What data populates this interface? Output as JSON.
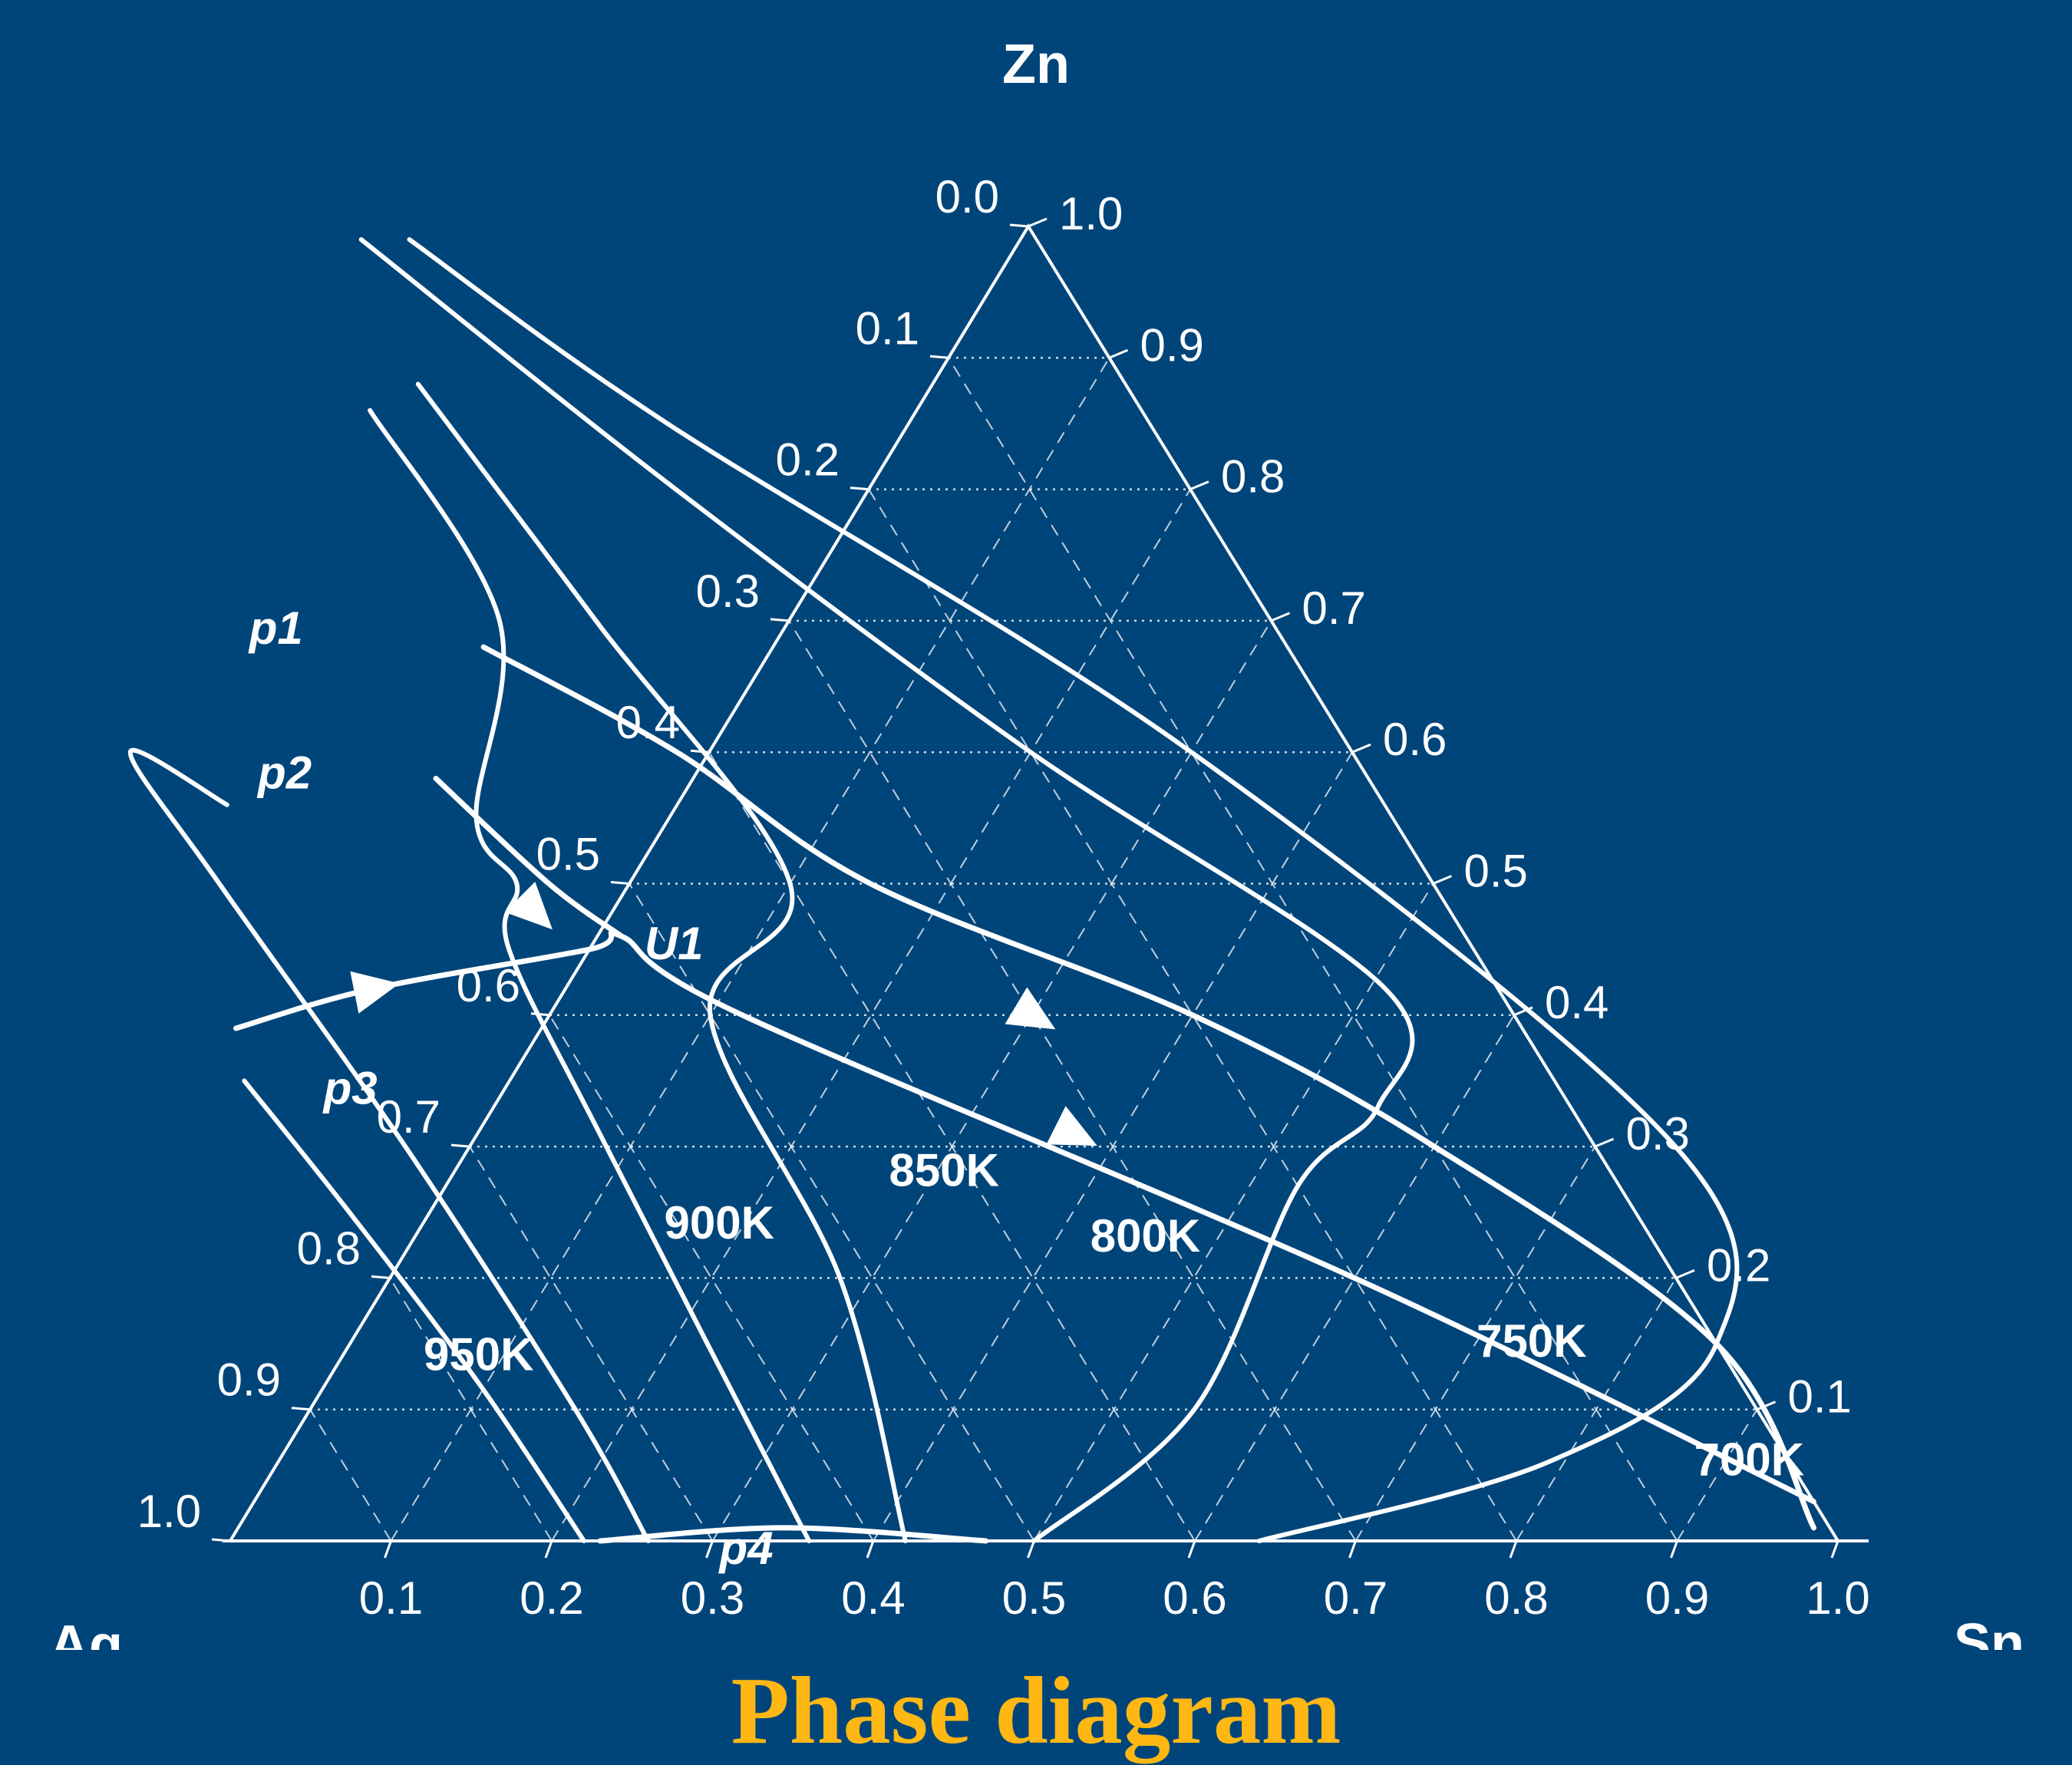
{
  "caption": "Phase diagram",
  "colors": {
    "background": "#00457a",
    "lines": "#ffffff",
    "caption": "#ffb714"
  },
  "chart_data": {
    "type": "ternary",
    "corners": {
      "bottom_left": "Ag",
      "bottom_right": "Sn",
      "top": "Zn"
    },
    "axes": {
      "bottom": {
        "element": "Sn",
        "ticks": [
          "0.1",
          "0.2",
          "0.3",
          "0.4",
          "0.5",
          "0.6",
          "0.7",
          "0.8",
          "0.9",
          "1.0"
        ]
      },
      "left": {
        "element": "Ag",
        "ticks": [
          "0.0",
          "0.1",
          "0.2",
          "0.3",
          "0.4",
          "0.5",
          "0.6",
          "0.7",
          "0.8",
          "0.9",
          "1.0"
        ]
      },
      "right": {
        "element": "Zn",
        "ticks": [
          "1.0",
          "0.9",
          "0.8",
          "0.7",
          "0.6",
          "0.5",
          "0.4",
          "0.3",
          "0.2",
          "0.1"
        ]
      }
    },
    "grid": {
      "horizontal": "dotted",
      "diagonal": "dashed",
      "step": 0.1
    },
    "isotherms": [
      {
        "label": "950K",
        "label_at": [
          0.22,
          0.13
        ],
        "points": [
          [
            0.185,
            0.35
          ],
          [
            0.2,
            0.25
          ],
          [
            0.215,
            0.12
          ],
          [
            0.22,
            0.0
          ]
        ]
      },
      {
        "label": "900K",
        "label_at": [
          0.42,
          0.23
        ],
        "points": [
          [
            0.28,
            0.56
          ],
          [
            0.24,
            0.6
          ],
          [
            0.245,
            0.5
          ],
          [
            0.26,
            0.3
          ],
          [
            0.265,
            0.1
          ],
          [
            0.26,
            0.0
          ]
        ]
      },
      {
        "label": "850K",
        "label_at": [
          0.58,
          0.27
        ],
        "points": [
          [
            0.52,
            0.86
          ],
          [
            0.52,
            0.7
          ],
          [
            0.43,
            0.55
          ],
          [
            0.43,
            0.5
          ],
          [
            0.4,
            0.45
          ],
          [
            0.385,
            0.3
          ],
          [
            0.36,
            0.0
          ]
        ]
      },
      {
        "label": "800K",
        "label_at": [
          0.68,
          0.22
        ],
        "points": [
          [
            0.56,
            0.88
          ],
          [
            0.58,
            0.7
          ],
          [
            0.6,
            0.5
          ],
          [
            0.5,
            0.4
          ],
          [
            0.48,
            0.2
          ],
          [
            0.42,
            0.0
          ]
        ]
      },
      {
        "label": "750K",
        "label_at": [
          0.88,
          0.14
        ],
        "points": [
          [
            0.58,
            0.99
          ],
          [
            0.68,
            0.8
          ],
          [
            0.8,
            0.6
          ],
          [
            0.93,
            0.42
          ],
          [
            0.88,
            0.33
          ],
          [
            0.8,
            0.27
          ],
          [
            0.65,
            0.1
          ],
          [
            0.5,
            0.0
          ]
        ]
      },
      {
        "label": "700K",
        "label_at": [
          0.97,
          0.05
        ],
        "points": [
          [
            0.61,
            0.99
          ],
          [
            0.7,
            0.85
          ],
          [
            0.9,
            0.6
          ],
          [
            1.05,
            0.3
          ],
          [
            1.0,
            0.15
          ],
          [
            0.85,
            0.06
          ],
          [
            0.64,
            0.0
          ]
        ]
      }
    ],
    "boundaries": [
      {
        "from": "p1",
        "points": [
          [
            0.5,
            0.68
          ],
          [
            0.58,
            0.6
          ],
          [
            0.65,
            0.5
          ],
          [
            0.8,
            0.4
          ],
          [
            0.9,
            0.3
          ],
          [
            1.0,
            0.15
          ],
          [
            0.99,
            0.01
          ]
        ]
      },
      {
        "from": "p2",
        "points": [
          [
            0.42,
            0.58
          ],
          [
            0.45,
            0.5
          ],
          [
            0.475,
            0.46
          ]
        ]
      },
      {
        "from": "p3",
        "points": [
          [
            0.2,
            0.39
          ],
          [
            0.3,
            0.42
          ],
          [
            0.45,
            0.45
          ],
          [
            0.475,
            0.46
          ],
          [
            0.52,
            0.4
          ],
          [
            0.8,
            0.2
          ],
          [
            1.0,
            0.03
          ]
        ]
      },
      {
        "from": "p4",
        "points": [
          [
            0.23,
            0.0
          ],
          [
            0.35,
            0.01
          ],
          [
            0.47,
            0.0
          ]
        ]
      }
    ],
    "arrows": [
      {
        "at": [
          0.43,
          0.48
        ],
        "direction": [
          1,
          -1
        ]
      },
      {
        "at": [
          0.3,
          0.42
        ],
        "direction": [
          1,
          0.2
        ]
      },
      {
        "at": [
          0.7,
          0.4
        ],
        "direction": [
          1,
          -0.6
        ]
      },
      {
        "at": [
          0.68,
          0.31
        ],
        "direction": [
          1,
          -0.5
        ]
      }
    ],
    "points": [
      {
        "label": "p1",
        "at": [
          0.35,
          0.7
        ]
      },
      {
        "label": "p2",
        "at": [
          0.3,
          0.59
        ]
      },
      {
        "label": "p3",
        "at": [
          0.22,
          0.35
        ]
      },
      {
        "label": "p4",
        "at": [
          0.29,
          0.0
        ]
      },
      {
        "label": "U1",
        "at": [
          0.475,
          0.46
        ]
      }
    ]
  }
}
